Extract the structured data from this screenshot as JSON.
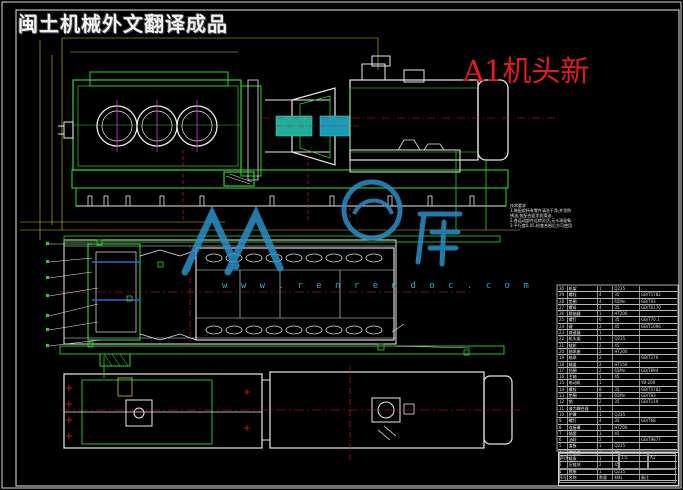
{
  "drawing": {
    "banner_text": "闽土机械外文翻译成品",
    "title_red": "A1机头新",
    "watermark_text": "w w w . r e n r e n d o c . c o m",
    "watermark_icon": "renren-watermark-icon",
    "colors": {
      "background": "#000000",
      "frame": "#e6e6e6",
      "geometry_green": "#2fd12f",
      "part_white": "#e8e8e8",
      "centerline_red": "#e21b1b",
      "cutaway_magenta": "#d23ad2",
      "dimension_yellow": "#d4c22a",
      "shading_blue": "#2f67d8",
      "hatching_cyan": "#2bc6c6",
      "watermark_blue": "#2a8fc7"
    }
  },
  "tech_notes": {
    "lines": [
      "技术要求",
      "1.装配前所有零件清洗干净,并涂防",
      "锈油;各配合面涂润滑油.",
      "2.各运动部件运转灵活,无卡滞现象.",
      "3.平行度0.05,检查合格后方可使用."
    ]
  },
  "bom": {
    "rows": [
      [
        "30",
        "机架",
        "1",
        "Q235",
        ""
      ],
      [
        "29",
        "螺栓",
        "4",
        "35",
        "GB/T5782"
      ],
      [
        "28",
        "垫圈",
        "4",
        "65Mn",
        "GB/T93"
      ],
      [
        "27",
        "螺母",
        "4",
        "35",
        "GB/T6170"
      ],
      [
        "26",
        "联轴器",
        "1",
        "HT200",
        ""
      ],
      [
        "25",
        "螺钉",
        "6",
        "35",
        "GB/T70.1"
      ],
      [
        "24",
        "键",
        "2",
        "45",
        "GB/T1096"
      ],
      [
        "23",
        "减速器",
        "1",
        "",
        ""
      ],
      [
        "22",
        "机头架",
        "1",
        "Q235",
        ""
      ],
      [
        "21",
        "链轮",
        "2",
        "45",
        ""
      ],
      [
        "20",
        "轴承座",
        "2",
        "HT200",
        ""
      ],
      [
        "19",
        "轴承",
        "2",
        "",
        "GB/T276"
      ],
      [
        "18",
        "端盖",
        "2",
        "HT150",
        ""
      ],
      [
        "17",
        "挡圈",
        "2",
        "65Mn",
        "GB/T894"
      ],
      [
        "16",
        "主轴",
        "1",
        "45",
        ""
      ],
      [
        "15",
        "电动机",
        "1",
        "",
        "YB-200"
      ],
      [
        "14",
        "螺栓",
        "8",
        "35",
        "GB/T5782"
      ],
      [
        "13",
        "垫圈",
        "8",
        "65Mn",
        "GB/T93"
      ],
      [
        "12",
        "销",
        "2",
        "35",
        "GB/T119"
      ],
      [
        "11",
        "液力耦合器",
        "1",
        "",
        ""
      ],
      [
        "10",
        "护罩",
        "1",
        "Q235",
        ""
      ],
      [
        "9",
        "螺钉",
        "4",
        "35",
        "GB/T68"
      ],
      [
        "8",
        "连接罩",
        "1",
        "HT200",
        ""
      ],
      [
        "7",
        "轴套",
        "1",
        "45",
        ""
      ],
      [
        "6",
        "油封",
        "2",
        "",
        "GB/T9877"
      ],
      [
        "5",
        "盖板",
        "1",
        "Q235",
        ""
      ],
      [
        "4",
        "拨链器",
        "2",
        "45",
        ""
      ],
      [
        "3",
        "链条",
        "1",
        "",
        ""
      ],
      [
        "2",
        "压链块",
        "2",
        "45",
        ""
      ],
      [
        "1",
        "底座",
        "1",
        "Q235",
        ""
      ]
    ],
    "header": [
      "序号",
      "名称",
      "数量",
      "材料",
      "备注"
    ]
  },
  "title_block": {
    "name_label": "机头",
    "scale_label": "1:5",
    "sheet_label": "A1"
  }
}
